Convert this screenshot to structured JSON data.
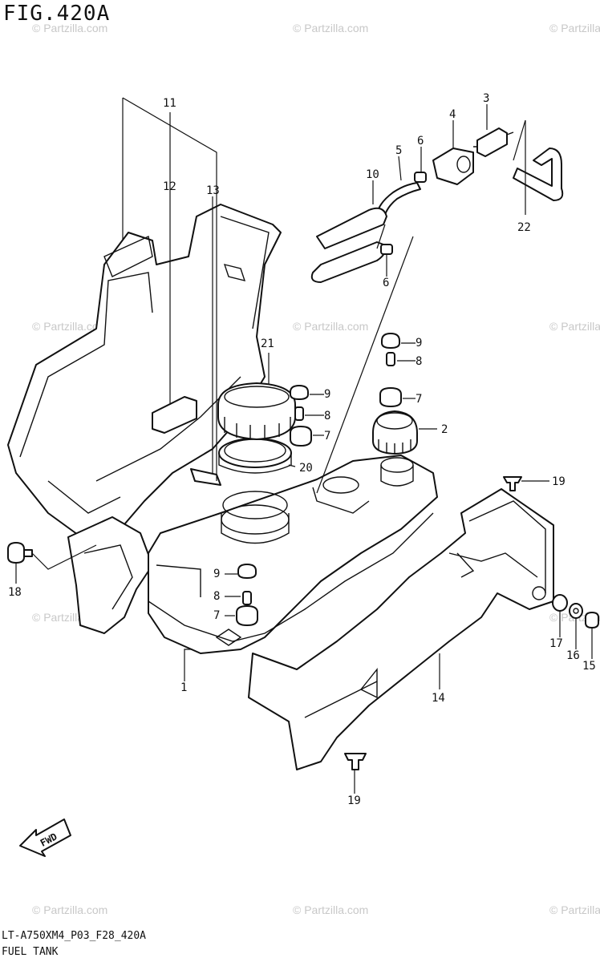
{
  "figure": {
    "title": "FIG.420A",
    "model_code": "LT-A750XM4_P03_F28_420A",
    "group_name": "FUEL TANK"
  },
  "watermark": {
    "text": "© Partzilla.com"
  },
  "direction_arrow": {
    "label": "FWD"
  },
  "callouts": {
    "c1": "1",
    "c2": "2",
    "c3": "3",
    "c4": "4",
    "c5": "5",
    "c6a": "6",
    "c6b": "6",
    "c7a": "7",
    "c7b": "7",
    "c7c": "7",
    "c8a": "8",
    "c8b": "8",
    "c8c": "8",
    "c9a": "9",
    "c9b": "9",
    "c9c": "9",
    "c10": "10",
    "c11": "11",
    "c12": "12",
    "c13": "13",
    "c14": "14",
    "c15": "15",
    "c16": "16",
    "c17": "17",
    "c18": "18",
    "c19a": "19",
    "c19b": "19",
    "c20": "20",
    "c21": "21",
    "c22": "22"
  },
  "colors": {
    "line": "#111111",
    "watermark": "#c8c8c8",
    "background": "#ffffff"
  }
}
